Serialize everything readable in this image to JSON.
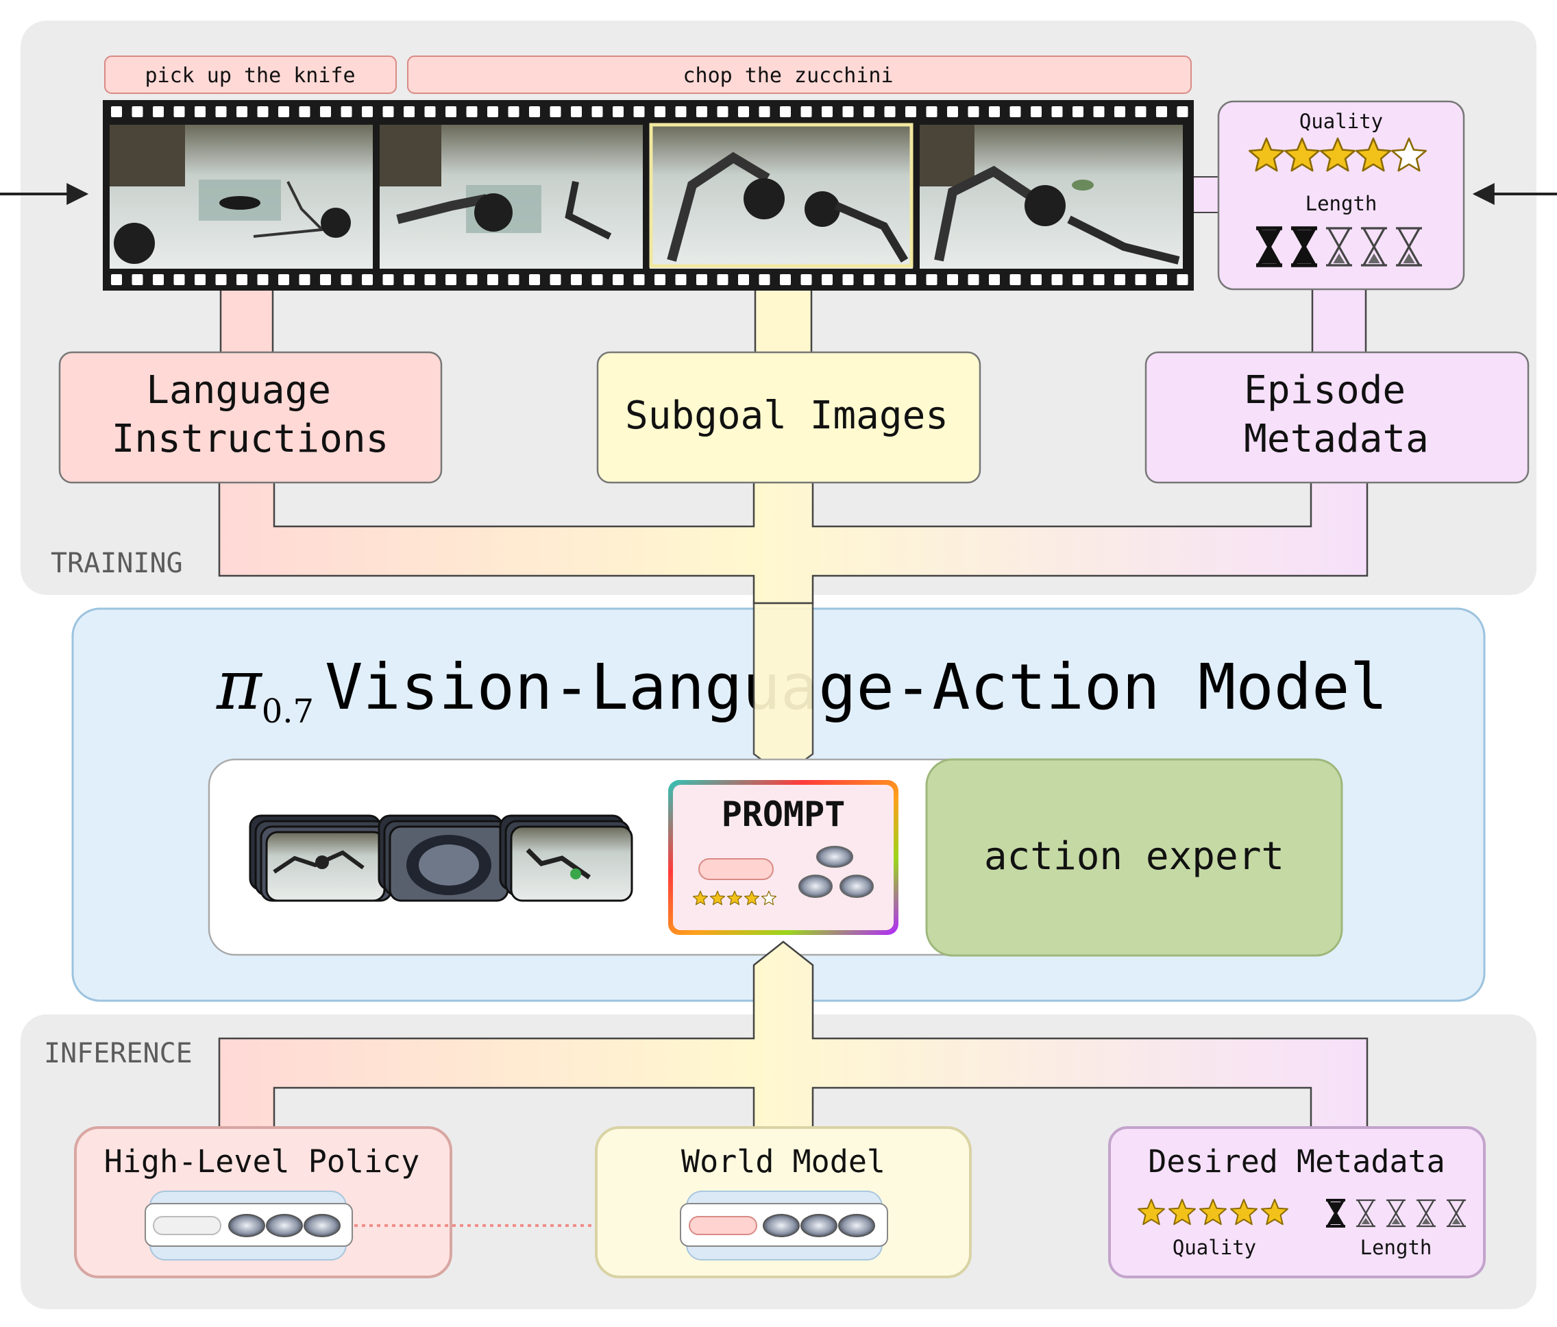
{
  "training": {
    "section_label": "TRAINING",
    "segments": [
      "pick up the knife",
      "chop the zucchini"
    ],
    "boxes": {
      "language": [
        "Language",
        "Instructions"
      ],
      "subgoal": "Subgoal Images",
      "metadata": [
        "Episode",
        "Metadata"
      ]
    },
    "metadata_card": {
      "quality_label": "Quality",
      "quality_value": 4,
      "quality_max": 5,
      "length_label": "Length",
      "length_value": 2,
      "length_max": 5
    }
  },
  "model": {
    "symbol": "π",
    "subscript": "0.7",
    "title": "Vision-Language-Action Model",
    "prompt_label": "PROMPT",
    "prompt_quality_value": 4,
    "prompt_quality_max": 5,
    "action_expert_label": "action expert"
  },
  "inference": {
    "section_label": "INFERENCE",
    "high_level_policy": "High-Level Policy",
    "world_model": "World Model",
    "desired_metadata": {
      "title": "Desired Metadata",
      "quality_label": "Quality",
      "quality_value": 5,
      "quality_max": 5,
      "length_label": "Length",
      "length_value": 1,
      "length_max": 5
    }
  },
  "colors": {
    "language": "#ffd9d6",
    "language_border": "#d98a85",
    "subgoal": "#fffad0",
    "subgoal_border": "#c7c08a",
    "metadata": "#f6e0fa",
    "metadata_border": "#b99bc4",
    "section_bg": "#ececec",
    "model_bg": "#e1effa",
    "model_border": "#9cc3de",
    "action_expert": "#c5d9a5",
    "action_expert_border": "#9db77a",
    "star": "#f3c21a",
    "film": "#1a1a1a"
  }
}
